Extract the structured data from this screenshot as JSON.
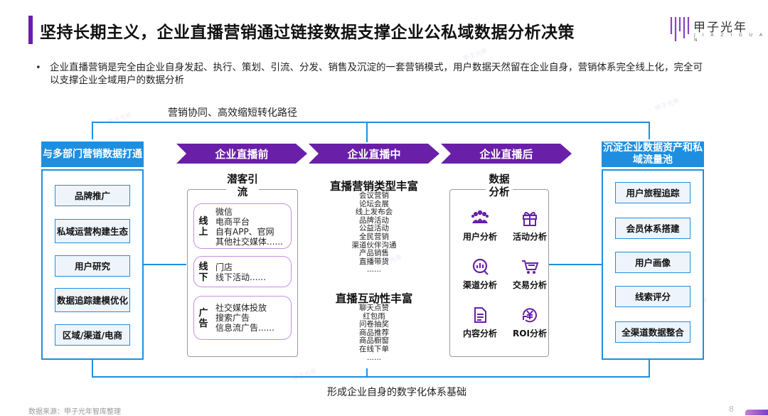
{
  "header": {
    "title": "坚持长期主义，企业直播营销通过链接数据支撑企业公私域数据分析决策",
    "logo_text": "甲子光年",
    "logo_sub": "J I A Z I G U A N"
  },
  "intro": {
    "bullet": "•",
    "text": "企业直播营销是完全由企业自身发起、执行、策划、引流、分发、销售及沉淀的一套营销模式，用户数据天然留在企业自身，营销体系完全线上化，完全可以支撑企业全域用户的数据分析"
  },
  "diagram": {
    "top_route_label": "营销协同、高效缩短转化路径",
    "bottom_base_label": "形成企业自身的数字化体系基础",
    "left": {
      "header": "与多部门营销数据打通",
      "items": [
        "品牌推广",
        "私域运营构建生态",
        "用户研究",
        "数据追踪建模优化",
        "区域/渠道/电商"
      ]
    },
    "right": {
      "header": "沉淀企业数据资产和私域流量池",
      "items": [
        "用户旅程追踪",
        "会员体系搭建",
        "用户画像",
        "线索评分",
        "全渠道数据整合"
      ]
    },
    "stages": [
      "企业直播前",
      "企业直播中",
      "企业直播后"
    ],
    "pre": {
      "head": "潜客引流",
      "groups": [
        {
          "tag": "线上",
          "lines": [
            "微信",
            "电商平台",
            "自有APP、官网",
            "其他社交媒体......"
          ]
        },
        {
          "tag": "线下",
          "lines": [
            "门店",
            "线下活动......"
          ]
        },
        {
          "tag": "广告",
          "lines": [
            "社交媒体投放",
            "搜索广告",
            "信息流广告......"
          ]
        }
      ]
    },
    "during": {
      "types_head": "直播营销类型丰富",
      "types": [
        "会议营销",
        "论坛会展",
        "线上发布会",
        "品牌活动",
        "公益活动",
        "全民营销",
        "渠道伙伴沟通",
        "产品销售",
        "直播带货",
        "......"
      ],
      "interact_head": "直播互动性丰富",
      "interacts": [
        "聊天点赞",
        "红包雨",
        "问卷抽奖",
        "商品推荐",
        "商品橱窗",
        "在线下单",
        "......"
      ]
    },
    "post": {
      "head": "数据分析",
      "items": [
        {
          "icon": "users-icon",
          "label": "用户分析"
        },
        {
          "icon": "gift-icon",
          "label": "活动分析"
        },
        {
          "icon": "channel-icon",
          "label": "渠道分析"
        },
        {
          "icon": "cart-icon",
          "label": "交易分析"
        },
        {
          "icon": "document-icon",
          "label": "内容分析"
        },
        {
          "icon": "yen-icon",
          "label": "ROI分析"
        }
      ]
    }
  },
  "footer": {
    "source": "数据来源：甲子光年智库整理",
    "page": "8"
  },
  "colors": {
    "accent_purple": "#6a1fa8",
    "accent_blue": "#1e8fe0"
  }
}
